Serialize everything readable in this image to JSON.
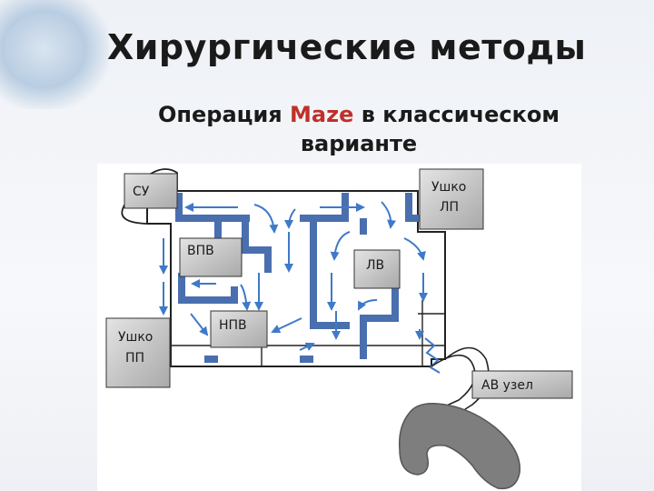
{
  "title": "Хирургические методы",
  "subtitle": {
    "prefix": "Операция ",
    "accent": "Maze",
    "suffix": " в классическом",
    "line2": "варианте"
  },
  "diagram": {
    "labels": {
      "su": "СУ",
      "ushko_lp_1": "Ушко",
      "ushko_lp_2": "ЛП",
      "vpv": "ВПВ",
      "lv": "ЛВ",
      "npv": "НПВ",
      "ushko_pp_1": "Ушко",
      "ushko_pp_2": "ПП",
      "av": "АВ узел"
    },
    "colors": {
      "pipe": "#4a6fae",
      "arrow": "#3f79c9",
      "box_fill": "#c9c9c9",
      "heart": "#7e7e7e"
    }
  }
}
